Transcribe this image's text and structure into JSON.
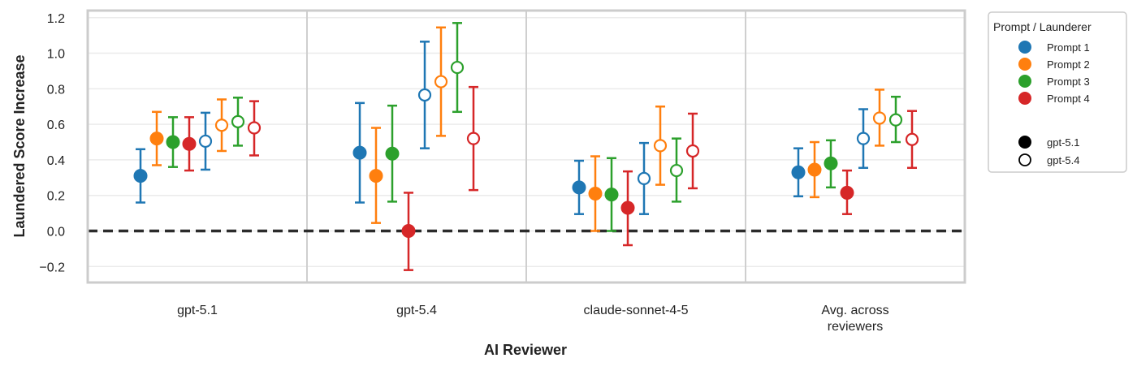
{
  "chart_data": {
    "type": "scatter",
    "subtype": "point-estimates-with-error-bars",
    "xlabel": "AI Reviewer",
    "ylabel": "Laundered Score Increase",
    "categories": [
      "gpt-5.1",
      "gpt-5.4",
      "claude-sonnet-4-5",
      "Avg. across\nreviewers"
    ],
    "ylim": [
      -0.29,
      1.24
    ],
    "yticks": [
      -0.2,
      0.0,
      0.2,
      0.4,
      0.6,
      0.8,
      1.0,
      1.2
    ],
    "ytick_labels": [
      "−0.2",
      "0.0",
      "0.2",
      "0.4",
      "0.6",
      "0.8",
      "1.0",
      "1.2"
    ],
    "grid": true,
    "reference_line": 0.0,
    "legend": {
      "title": "Prompt / Launderer",
      "placement": "outside-right",
      "prompt_entries": [
        "Prompt 1",
        "Prompt 2",
        "Prompt 3",
        "Prompt 4"
      ],
      "launderer_entries": [
        {
          "label": "gpt-5.1",
          "marker": "filled"
        },
        {
          "label": "gpt-5.4",
          "marker": "hollow"
        }
      ]
    },
    "series": [
      {
        "prompt": "Prompt 1",
        "launderer": "gpt-5.1",
        "color": "#1f77b4",
        "filled": true,
        "values": [
          0.31,
          0.44,
          0.245,
          0.33
        ],
        "low": [
          0.16,
          0.16,
          0.095,
          0.195
        ],
        "high": [
          0.46,
          0.72,
          0.395,
          0.465
        ]
      },
      {
        "prompt": "Prompt 2",
        "launderer": "gpt-5.1",
        "color": "#ff7f0e",
        "filled": true,
        "values": [
          0.52,
          0.31,
          0.21,
          0.345
        ],
        "low": [
          0.37,
          0.045,
          0.0,
          0.19
        ],
        "high": [
          0.67,
          0.58,
          0.42,
          0.5
        ]
      },
      {
        "prompt": "Prompt 3",
        "launderer": "gpt-5.1",
        "color": "#2ca02c",
        "filled": true,
        "values": [
          0.5,
          0.435,
          0.205,
          0.38
        ],
        "low": [
          0.36,
          0.165,
          0.0,
          0.245
        ],
        "high": [
          0.64,
          0.705,
          0.41,
          0.51
        ]
      },
      {
        "prompt": "Prompt 4",
        "launderer": "gpt-5.1",
        "color": "#d62728",
        "filled": true,
        "values": [
          0.49,
          0.0,
          0.13,
          0.215
        ],
        "low": [
          0.34,
          -0.22,
          -0.08,
          0.095
        ],
        "high": [
          0.64,
          0.215,
          0.335,
          0.34
        ]
      },
      {
        "prompt": "Prompt 1",
        "launderer": "gpt-5.4",
        "color": "#1f77b4",
        "filled": false,
        "values": [
          0.505,
          0.765,
          0.295,
          0.52
        ],
        "low": [
          0.345,
          0.465,
          0.095,
          0.355
        ],
        "high": [
          0.665,
          1.065,
          0.495,
          0.685
        ]
      },
      {
        "prompt": "Prompt 2",
        "launderer": "gpt-5.4",
        "color": "#ff7f0e",
        "filled": false,
        "values": [
          0.595,
          0.84,
          0.48,
          0.635
        ],
        "low": [
          0.45,
          0.535,
          0.26,
          0.48
        ],
        "high": [
          0.74,
          1.145,
          0.7,
          0.795
        ]
      },
      {
        "prompt": "Prompt 3",
        "launderer": "gpt-5.4",
        "color": "#2ca02c",
        "filled": false,
        "values": [
          0.615,
          0.92,
          0.34,
          0.625
        ],
        "low": [
          0.48,
          0.67,
          0.165,
          0.5
        ],
        "high": [
          0.75,
          1.17,
          0.52,
          0.755
        ]
      },
      {
        "prompt": "Prompt 4",
        "launderer": "gpt-5.4",
        "color": "#d62728",
        "filled": false,
        "values": [
          0.58,
          0.52,
          0.45,
          0.515
        ],
        "low": [
          0.425,
          0.23,
          0.24,
          0.355
        ],
        "high": [
          0.73,
          0.81,
          0.66,
          0.675
        ]
      }
    ]
  }
}
